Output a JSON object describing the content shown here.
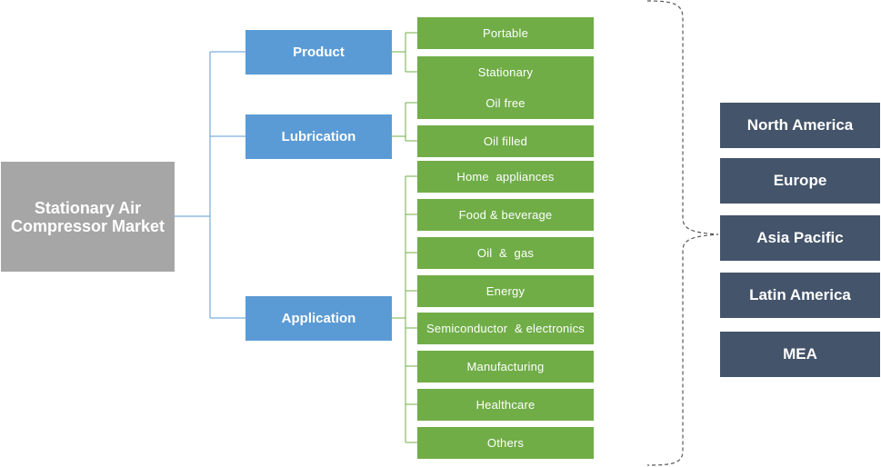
{
  "root": {
    "label": "Stationary Air Compressor Market"
  },
  "categories": [
    {
      "label": "Product",
      "items": [
        "Portable",
        "Stationary"
      ]
    },
    {
      "label": "Lubrication",
      "items": [
        "Oil free",
        "Oil filled"
      ]
    },
    {
      "label": "Application",
      "items": [
        "Home  appliances",
        "Food & beverage",
        "Oil  &  gas",
        "Energy",
        "Semiconductor  & electronics",
        "Manufacturing",
        "Healthcare",
        "Others"
      ]
    }
  ],
  "regions": [
    "North America",
    "Europe",
    "Asia Pacific",
    "Latin America",
    "MEA"
  ],
  "colors": {
    "root": "#a6a6a6",
    "category": "#5b9bd5",
    "leaf": "#70ad47",
    "region": "#44546a",
    "connector_blue": "#5b9bd5",
    "connector_green": "#70ad47",
    "brace": "#595959"
  }
}
